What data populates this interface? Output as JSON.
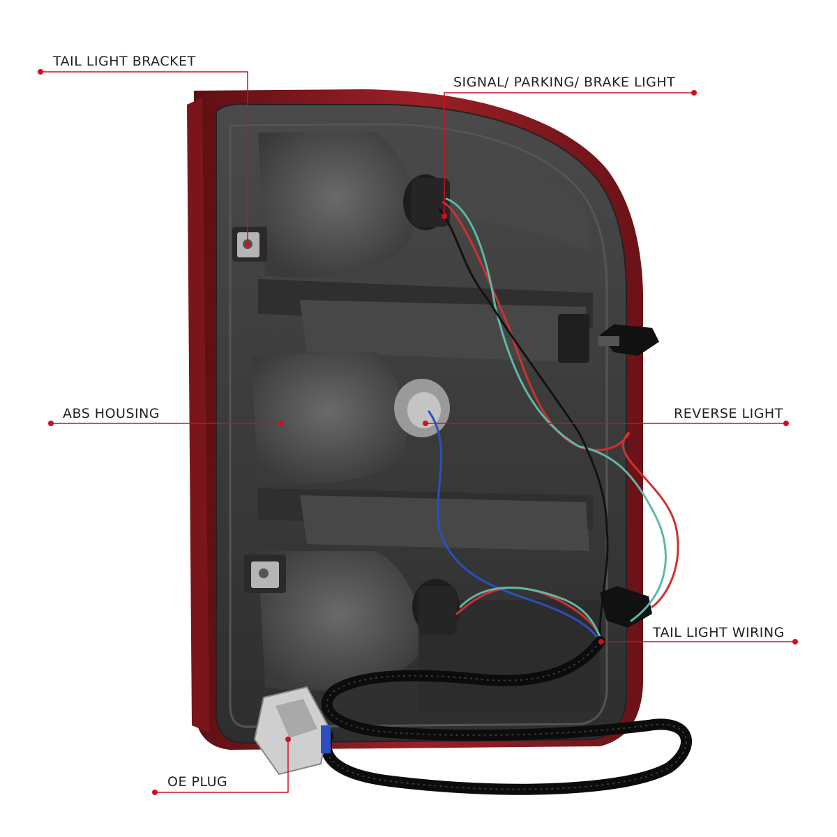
{
  "callouts": {
    "tail_light_bracket": "TAIL LIGHT BRACKET",
    "signal_parking_brake": "SIGNAL/ PARKING/ BRAKE LIGHT",
    "abs_housing": "ABS HOUSING",
    "reverse_light": "REVERSE LIGHT",
    "tail_light_wiring": "TAIL LIGHT WIRING",
    "oe_plug": "OE PLUG"
  },
  "colors": {
    "callout_line": "#d0101c",
    "label_text": "#222222",
    "housing_dark": "#3a3a3a",
    "lens_red": "#8e1a1f",
    "wire_red": "#d03030",
    "wire_teal": "#5fb8a8",
    "wire_blue": "#2c4fc0",
    "wire_black": "#111111"
  }
}
